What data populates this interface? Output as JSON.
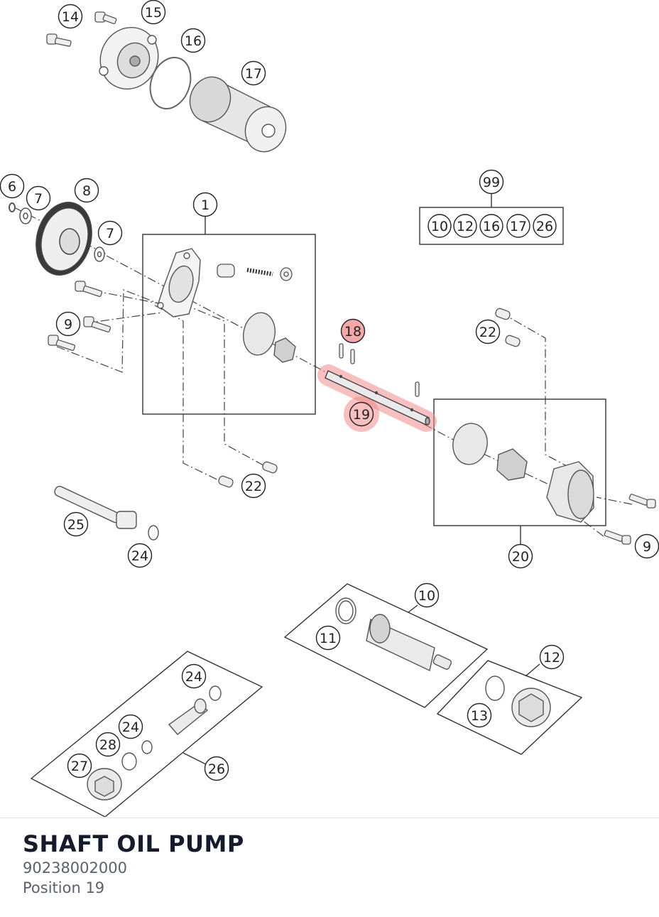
{
  "colors": {
    "highlight": "#f08a8a",
    "line": "#333333",
    "footer_title": "#161b2c",
    "footer_text": "#5a6070"
  },
  "diagram": {
    "callouts": [
      {
        "id": "c14",
        "label": "14",
        "highlighted": false
      },
      {
        "id": "c15",
        "label": "15",
        "highlighted": false
      },
      {
        "id": "c16",
        "label": "16",
        "highlighted": false
      },
      {
        "id": "c17",
        "label": "17",
        "highlighted": false
      },
      {
        "id": "c6",
        "label": "6",
        "highlighted": false
      },
      {
        "id": "c7a",
        "label": "7",
        "highlighted": false
      },
      {
        "id": "c8",
        "label": "8",
        "highlighted": false
      },
      {
        "id": "c7b",
        "label": "7",
        "highlighted": false
      },
      {
        "id": "c1",
        "label": "1",
        "highlighted": false
      },
      {
        "id": "c99",
        "label": "99",
        "highlighted": false
      },
      {
        "id": "c9a",
        "label": "9",
        "highlighted": false
      },
      {
        "id": "c18",
        "label": "18",
        "highlighted": true
      },
      {
        "id": "c22a",
        "label": "22",
        "highlighted": false
      },
      {
        "id": "c19",
        "label": "19",
        "highlighted": true
      },
      {
        "id": "c22b",
        "label": "22",
        "highlighted": false
      },
      {
        "id": "c25",
        "label": "25",
        "highlighted": false
      },
      {
        "id": "c24a",
        "label": "24",
        "highlighted": false
      },
      {
        "id": "c20",
        "label": "20",
        "highlighted": false
      },
      {
        "id": "c9b",
        "label": "9",
        "highlighted": false
      },
      {
        "id": "c10",
        "label": "10",
        "highlighted": false
      },
      {
        "id": "c11",
        "label": "11",
        "highlighted": false
      },
      {
        "id": "c12",
        "label": "12",
        "highlighted": false
      },
      {
        "id": "c13",
        "label": "13",
        "highlighted": false
      },
      {
        "id": "c24b",
        "label": "24",
        "highlighted": false
      },
      {
        "id": "c24c",
        "label": "24",
        "highlighted": false
      },
      {
        "id": "c28",
        "label": "28",
        "highlighted": false
      },
      {
        "id": "c27",
        "label": "27",
        "highlighted": false
      },
      {
        "id": "c26",
        "label": "26",
        "highlighted": false
      }
    ],
    "kit_99_items": [
      "10",
      "12",
      "16",
      "17",
      "26"
    ]
  },
  "part": {
    "name": "SHAFT OIL PUMP",
    "number": "90238002000",
    "position": "Position 19"
  }
}
